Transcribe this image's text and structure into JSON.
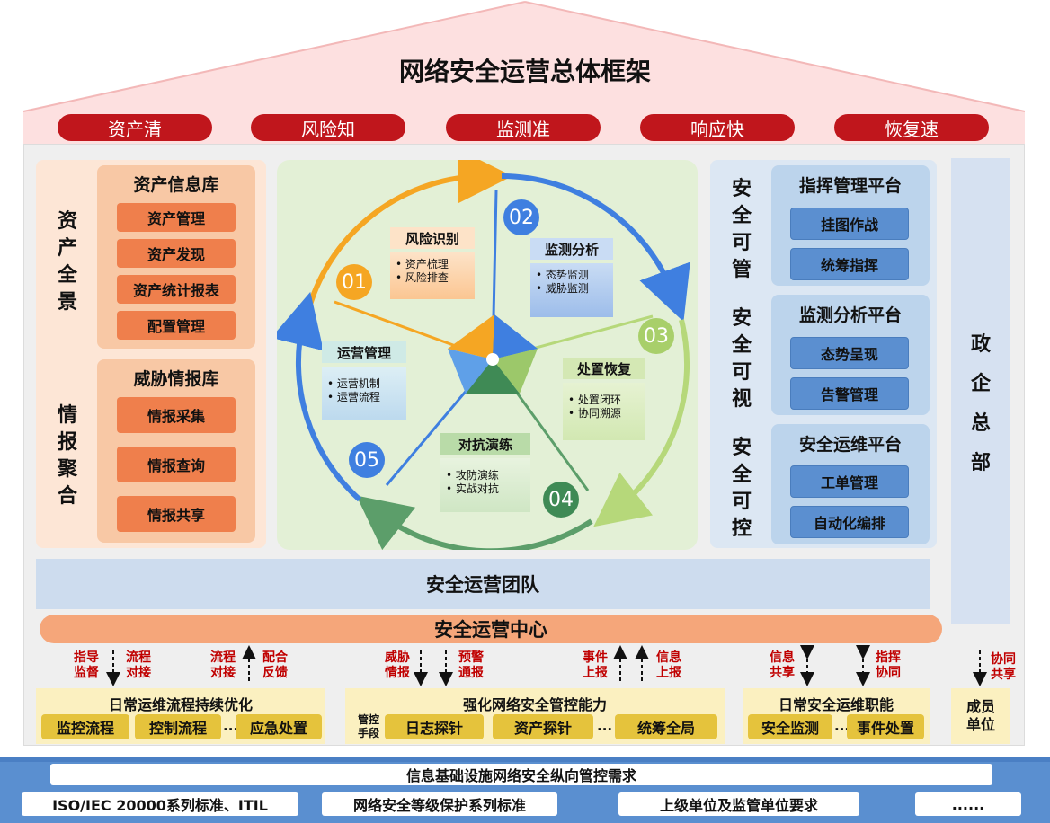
{
  "title": "网络安全运营总体框架",
  "goals": [
    "资产清",
    "风险知",
    "监测准",
    "响应快",
    "恢复速"
  ],
  "left": {
    "side_labels": [
      "资产全景",
      "情报聚合"
    ],
    "asset_lib": {
      "title": "资产信息库",
      "items": [
        "资产管理",
        "资产发现",
        "资产统计报表",
        "配置管理"
      ]
    },
    "threat_lib": {
      "title": "威胁情报库",
      "items": [
        "情报采集",
        "情报查询",
        "情报共享"
      ]
    }
  },
  "wheel": {
    "stages": [
      {
        "num": "01",
        "title": "风险识别",
        "items": [
          "资产梳理",
          "风险排查"
        ]
      },
      {
        "num": "02",
        "title": "监测分析",
        "items": [
          "态势监测",
          "威胁监测"
        ]
      },
      {
        "num": "03",
        "title": "处置恢复",
        "items": [
          "处置闭环",
          "协同溯源"
        ]
      },
      {
        "num": "04",
        "title": "对抗演练",
        "items": [
          "攻防演练",
          "实战对抗"
        ]
      },
      {
        "num": "05",
        "title": "运营管理",
        "items": [
          "运营机制",
          "运营流程"
        ]
      }
    ]
  },
  "right": {
    "side_labels": [
      "安全可管",
      "安全可视",
      "安全可控"
    ],
    "platforms": [
      {
        "title": "指挥管理平台",
        "items": [
          "挂图作战",
          "统筹指挥"
        ]
      },
      {
        "title": "监测分析平台",
        "items": [
          "态势呈现",
          "告警管理"
        ]
      },
      {
        "title": "安全运维平台",
        "items": [
          "工单管理",
          "自动化编排"
        ]
      }
    ]
  },
  "gov": "政企总部",
  "team": "安全运营团队",
  "soc": "安全运营中心",
  "flows": [
    {
      "left": "指导监督",
      "right": "流程对接"
    },
    {
      "left": "流程对接",
      "right": "配合反馈"
    },
    {
      "left": "威胁情报",
      "right": "预警通报"
    },
    {
      "left": "事件上报",
      "right": "信息上报"
    },
    {
      "left": "信息共享",
      "right": "指挥协同"
    },
    {
      "right": "协同共享"
    }
  ],
  "bottom": {
    "ops": {
      "title": "日常运维流程持续优化",
      "items": [
        "监控流程",
        "控制流程",
        "应急处置"
      ],
      "ellipsis": "..."
    },
    "control": {
      "title": "强化网络安全管控能力",
      "tag": "管控手段",
      "items": [
        "日志探针",
        "资产探针",
        "统筹全局"
      ],
      "ellipsis": "..."
    },
    "duty": {
      "title": "日常安全运维职能",
      "items": [
        "安全监测",
        "事件处置"
      ],
      "ellipsis": "..."
    },
    "member": "成员单位"
  },
  "base": {
    "top": "信息基础设施网络安全纵向管控需求",
    "items": [
      "ISO/IEC 20000系列标准、ITIL",
      "网络安全等级保护系列标准",
      "上级单位及监管单位要求",
      "......"
    ]
  },
  "colors": {
    "roof": "#fde0e0",
    "goal_pill": "#c0161c",
    "orange": "#ef7f4c",
    "blue_btn": "#5b8fd0",
    "soc": "#f5a67a",
    "yellow": "#e5c33c",
    "base": "#5a8fd0",
    "red_text": "#c00000"
  }
}
